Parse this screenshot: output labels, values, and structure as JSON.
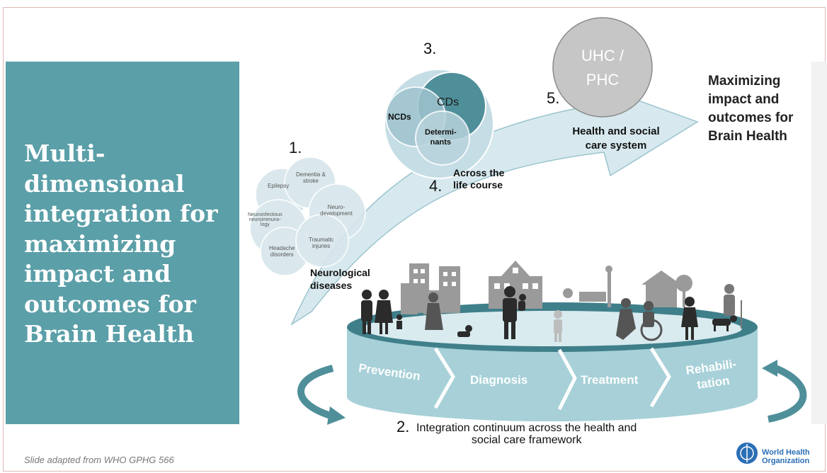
{
  "title": "Multi-\ndimensional\nintegration for\nmaximizing\nimpact and\noutcomes for\nBrain Health",
  "steps": {
    "one": "1.",
    "two": "2.",
    "three": "3.",
    "four": "4.",
    "five": "5."
  },
  "conditions": {
    "epilepsy": "Epilepsy",
    "dementia": "Dementia &\nstroke",
    "neuroinfectious": "Neuroinfectious\nneuroimmuno-\nlogy",
    "neurodevelopment": "Neuro-\ndevelopment",
    "headache": "Headache\ndisorders",
    "traumatic": "Traumatic\ninjuries",
    "group_label": "Neurological\ndiseases"
  },
  "venn": {
    "cds": "CDs",
    "ncds": "NCDs",
    "determinants": "Determi-\nnants",
    "caption": "Across the\nlife course"
  },
  "system": {
    "circle": "UHC /\nPHC",
    "caption": "Health and social\ncare system"
  },
  "goal": "Maximizing\nimpact and\noutcomes for\nBrain Health",
  "continuum": {
    "segments": [
      "Prevention",
      "Diagnosis",
      "Treatment",
      "Rehabili-\ntation"
    ],
    "caption": "Integration continuum across the health and\nsocial care framework"
  },
  "footer": "Slide adapted from WHO GPHG 566",
  "who": "World Health\nOrganization",
  "colors": {
    "panel": "#5b9fa8",
    "arrow": "#d7e9ee",
    "teal_dark": "#4f8f9a",
    "silhouette": "#2b2b2b",
    "building": "#9a9a9a",
    "uhc_circle": "#c4c4c4"
  }
}
